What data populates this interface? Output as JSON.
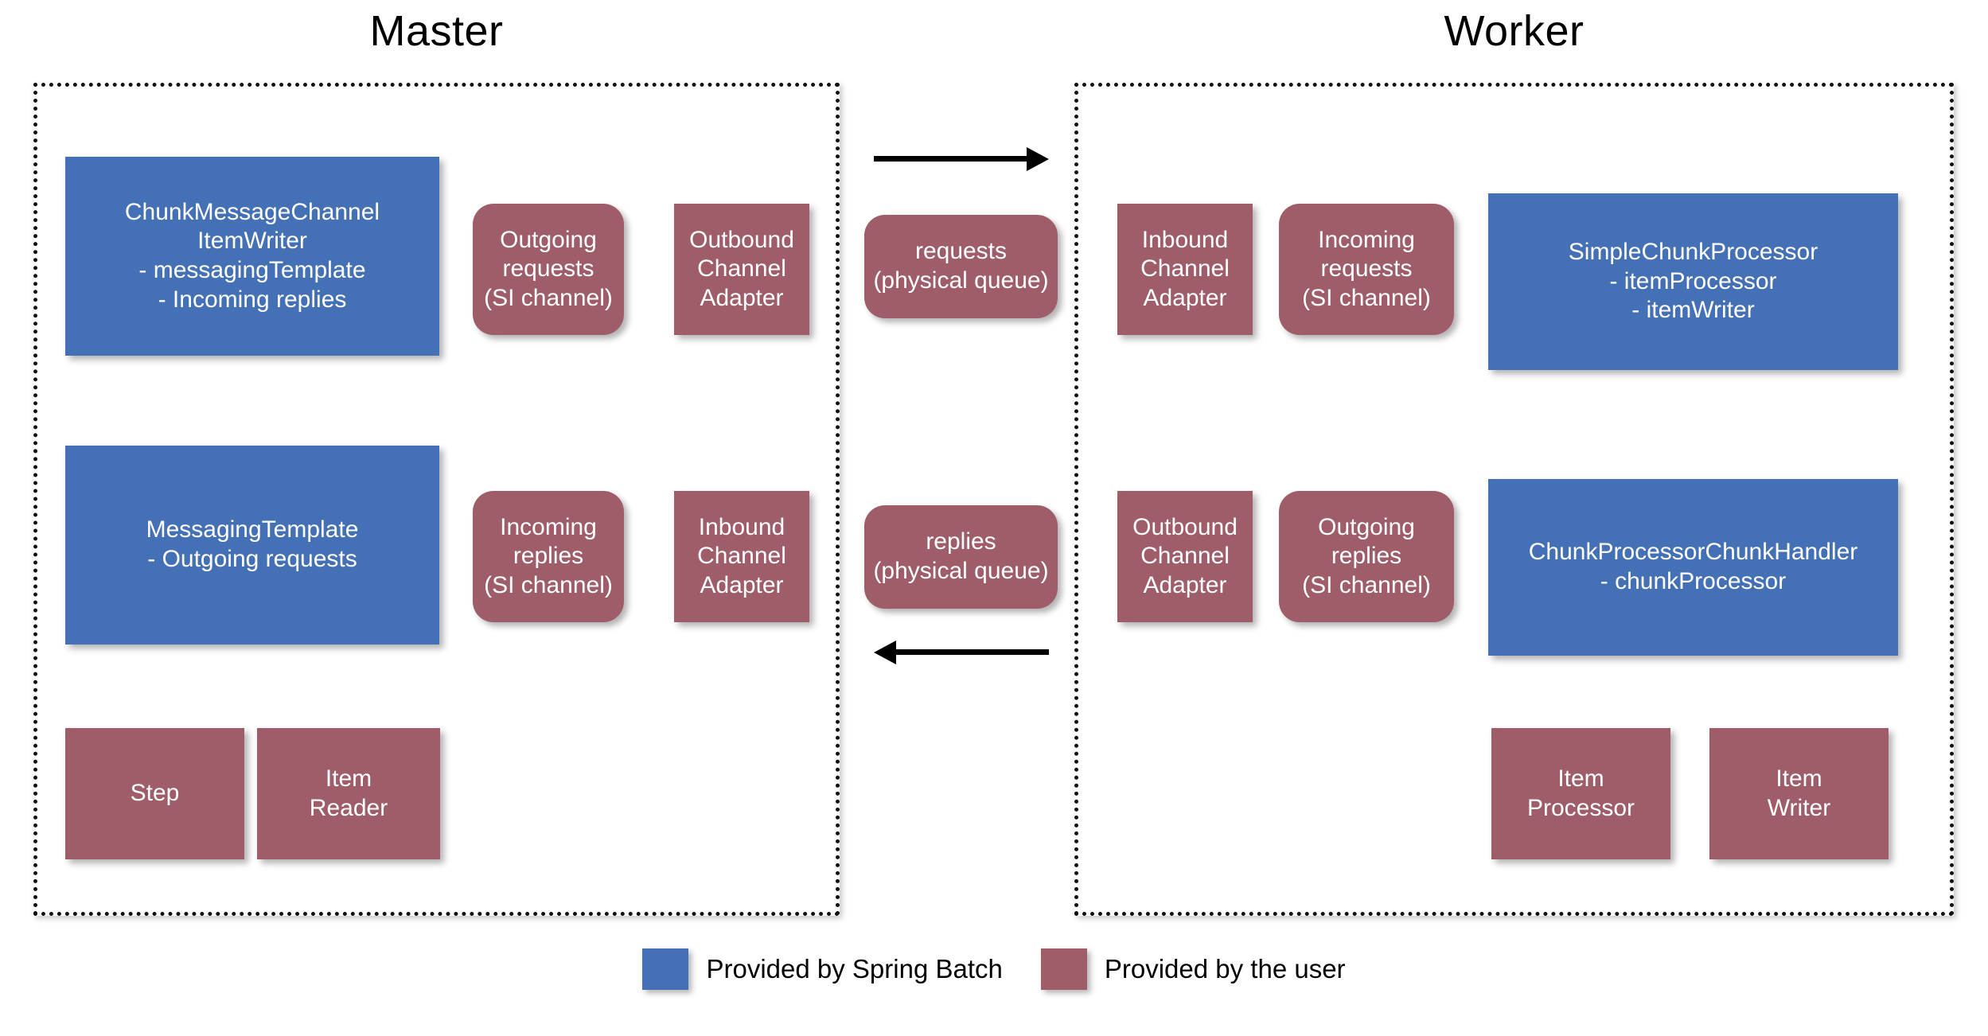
{
  "diagram": {
    "title_master": "Master",
    "title_worker": "Worker"
  },
  "master": {
    "nodes": {
      "chunk_message_channel_item_writer": "ChunkMessageChannel\nItemWriter\n- messagingTemplate\n- Incoming replies",
      "outgoing_requests_channel": "Outgoing\nrequests\n(SI channel)",
      "outbound_channel_adapter": "Outbound\nChannel\nAdapter",
      "messaging_template": "MessagingTemplate\n- Outgoing requests",
      "incoming_replies_channel": "Incoming\nreplies\n(SI channel)",
      "inbound_channel_adapter": "Inbound\nChannel\nAdapter",
      "step": "Step",
      "item_reader": "Item\nReader"
    }
  },
  "middle": {
    "nodes": {
      "requests_queue": "requests\n(physical queue)",
      "replies_queue": "replies\n(physical queue)"
    },
    "arrows": {
      "requests_direction": "right",
      "replies_direction": "left"
    }
  },
  "worker": {
    "nodes": {
      "inbound_channel_adapter": "Inbound\nChannel\nAdapter",
      "incoming_requests_channel": "Incoming\nrequests\n(SI channel)",
      "simple_chunk_processor": "SimpleChunkProcessor\n- itemProcessor\n- itemWriter",
      "outbound_channel_adapter": "Outbound\nChannel\nAdapter",
      "outgoing_replies_channel": "Outgoing\nreplies\n(SI channel)",
      "chunk_processor_chunk_handler": "ChunkProcessorChunkHandler\n- chunkProcessor",
      "item_processor": "Item\nProcessor",
      "item_writer": "Item\nWriter"
    }
  },
  "legend": {
    "spring_batch_label": "Provided by Spring Batch",
    "user_label": "Provided by the user",
    "spring_batch_color": "#4470b5",
    "user_color": "#9e5d68"
  }
}
